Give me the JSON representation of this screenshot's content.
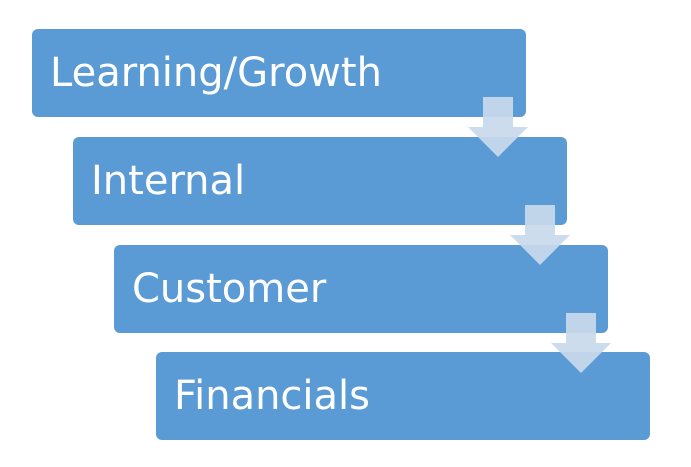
{
  "diagram": {
    "colors": {
      "box_fill": "#5b9bd5",
      "box_text": "#ffffff",
      "arrow_fill": "#c9d9ec"
    },
    "steps": [
      {
        "label": "Learning/Growth"
      },
      {
        "label": "Internal"
      },
      {
        "label": "Customer"
      },
      {
        "label": "Financials"
      }
    ]
  }
}
